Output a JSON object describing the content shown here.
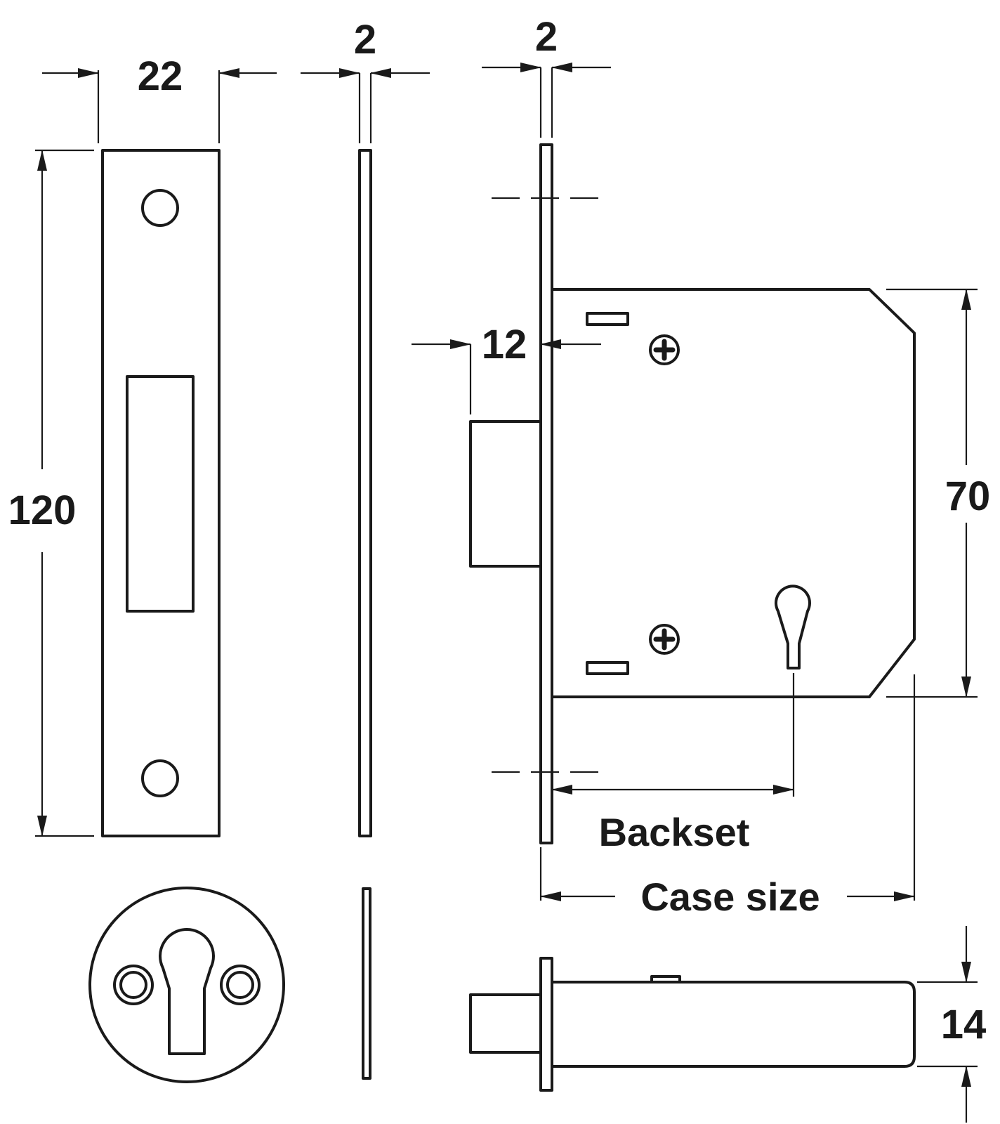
{
  "dimensions": {
    "faceplate_width": "22",
    "faceplate_thickness": "2",
    "forend_thickness": "2",
    "height": "120",
    "bolt_projection": "12",
    "case_height": "70",
    "bolt_thickness": "14"
  },
  "labels": {
    "backset": "Backset",
    "case_size": "Case size"
  },
  "colors": {
    "line": "#1a1a1a",
    "background": "#ffffff"
  }
}
